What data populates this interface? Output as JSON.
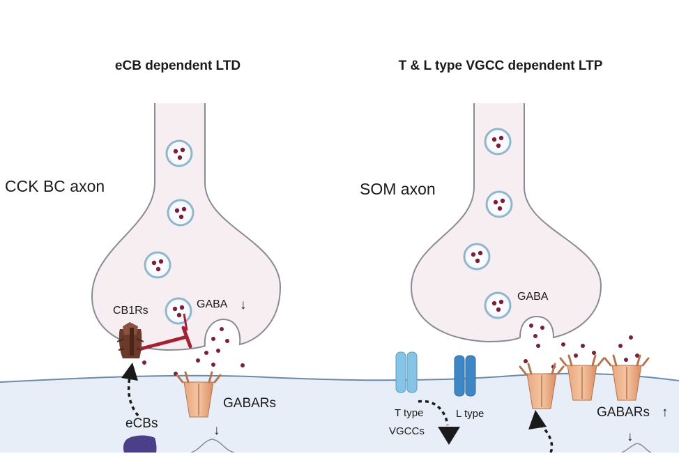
{
  "left_panel": {
    "title": "eCB dependent LTD",
    "axon_label": "CCK BC axon",
    "receptor_label": "CB1Rs",
    "transmitter_label": "GABA",
    "transmitter_change": "↓",
    "postsynaptic_receptor_label": "GABARs",
    "postsynaptic_change": "↓",
    "retrograde_label": "eCBs"
  },
  "right_panel": {
    "title": "T & L type VGCC dependent LTP",
    "axon_label": "SOM axon",
    "transmitter_label": "GABA",
    "channel_label_t": "T type",
    "channel_label_vgcc": "VGCCs",
    "channel_label_l": "L type",
    "postsynaptic_receptor_label": "GABARs",
    "postsynaptic_change_up": "↑",
    "postsynaptic_change_down": "↓"
  },
  "colors": {
    "axon_fill": "#f7eef1",
    "axon_stroke": "#8a8a94",
    "cleft_fill": "#e8eef8",
    "membrane": "#6c8aa8",
    "vesicle_ring": "#8fb6cf",
    "vesicle_dot": "#7a1f3a",
    "cb1r": "#6b3a2a",
    "inhibit_bar": "#a32035",
    "gabar": "#e6a27a",
    "vgcc_t": "#86c4e6",
    "vgcc_l": "#3f86c4",
    "purple_protein": "#4b3f8a"
  }
}
